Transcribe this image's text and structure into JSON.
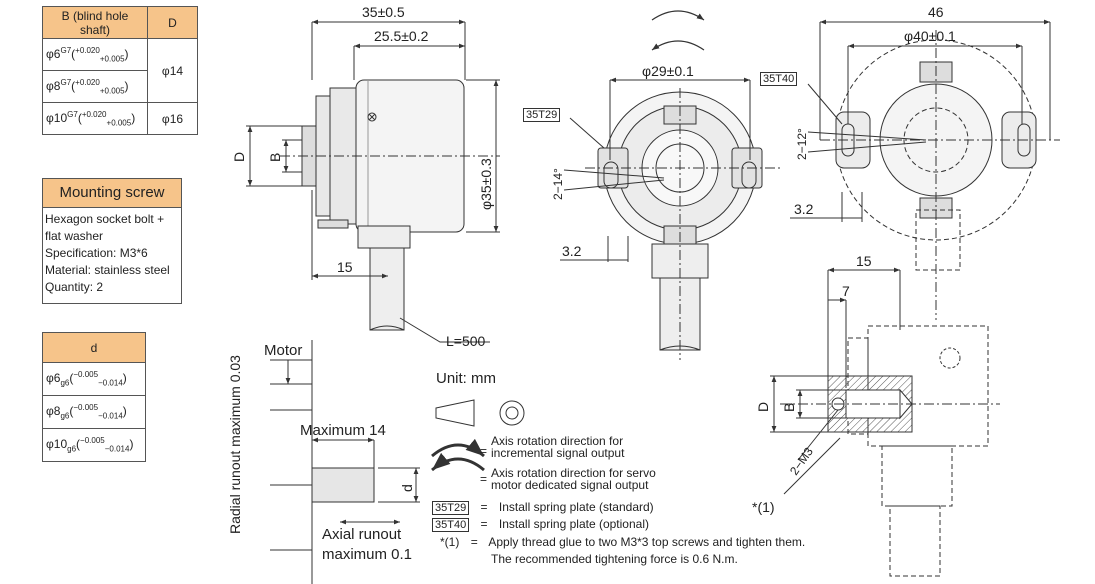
{
  "table_b": {
    "col_b": "B (blind hole shaft)",
    "col_d": "D",
    "rows": [
      {
        "b": "φ6",
        "fit": "G7",
        "tol_up": "+0.020",
        "tol_low": "+0.005"
      },
      {
        "b": "φ8",
        "fit": "G7",
        "tol_up": "+0.020",
        "tol_low": "+0.005"
      },
      {
        "b": "φ10",
        "fit": "G7",
        "tol_up": "+0.020",
        "tol_low": "+0.005"
      }
    ],
    "d_values": [
      "φ14",
      "φ16"
    ]
  },
  "mounting_screw": {
    "title": "Mounting screw",
    "lines": [
      "Hexagon socket bolt +",
      "flat washer",
      "Specification: M3*6",
      "Material: stainless steel",
      "Quantity: 2"
    ]
  },
  "table_d": {
    "header": "d",
    "rows": [
      {
        "d": "φ6",
        "fit": "g6",
        "tol_up": "−0.005",
        "tol_low": "−0.014"
      },
      {
        "d": "φ8",
        "fit": "g6",
        "tol_up": "−0.005",
        "tol_low": "−0.014"
      },
      {
        "d": "φ10",
        "fit": "g6",
        "tol_up": "−0.005",
        "tol_low": "−0.014"
      }
    ]
  },
  "dims": {
    "len_total": "35±0.5",
    "len_body": "25.5±0.2",
    "dia_body": "φ35±0.3",
    "len_15_side": "15",
    "cable": "L=500",
    "label_D": "D",
    "label_B": "B",
    "front_dia": "φ29±0.1",
    "front_tag": "35T29",
    "front_angle": "2−14°",
    "front_32": "3.2",
    "right_46": "46",
    "right_dia": "φ40±0.1",
    "right_tag": "35T40",
    "right_angle": "2−12°",
    "right_32": "3.2",
    "sec_15": "15",
    "sec_7": "7",
    "sec_D": "D",
    "sec_B": "B",
    "sec_m3": "2−M3",
    "sec_note": "*(1)"
  },
  "motor": {
    "motor_label": "Motor",
    "max14": "Maximum 14",
    "radial": "Radial runout maximum 0.03",
    "axial1": "Axial runout",
    "axial2": "maximum 0.1",
    "d_label": "d"
  },
  "legend": {
    "unit": "Unit: mm",
    "rot_inc": [
      "Axis rotation direction for",
      "incremental signal output"
    ],
    "rot_servo": [
      "Axis rotation direction for servo",
      "motor dedicated signal output"
    ],
    "eq": "=",
    "tag_std": "35T29",
    "txt_std": "Install spring plate (standard)",
    "tag_opt": "35T40",
    "txt_opt": "Install spring plate (optional)",
    "note_mark": "*(1)",
    "note_1": "Apply thread glue to two M3*3 top screws and tighten them.",
    "note_2": "The recommended tightening force is 0.6 N.m."
  }
}
